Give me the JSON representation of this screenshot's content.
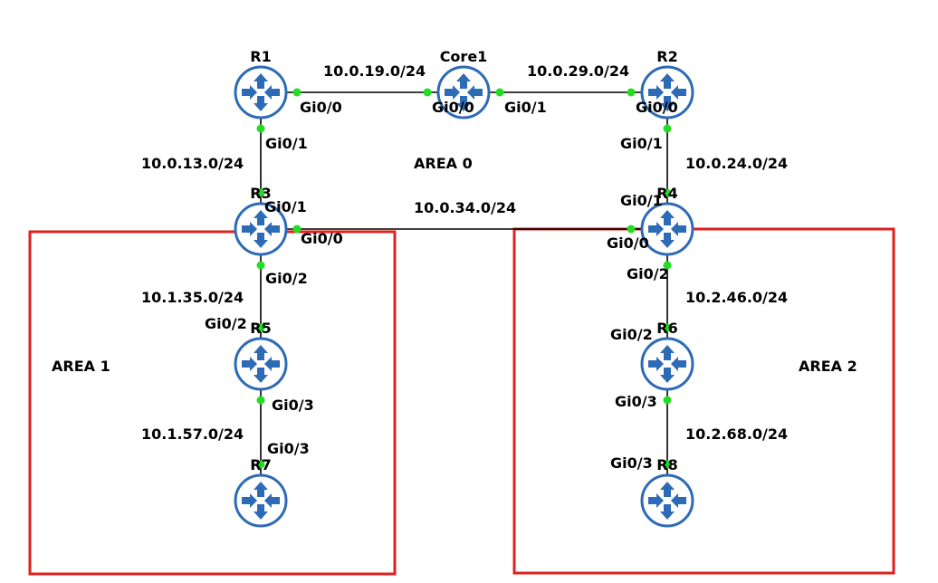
{
  "colors": {
    "router": "#2e6bb6",
    "port": "#22dd22",
    "area_border": "#e02020",
    "link": "#000000"
  },
  "areas": [
    {
      "id": "area0",
      "label": "AREA 0"
    },
    {
      "id": "area1",
      "label": "AREA 1"
    },
    {
      "id": "area2",
      "label": "AREA 2"
    }
  ],
  "routers": [
    {
      "id": "r1",
      "name": "R1",
      "icon": "router-icon"
    },
    {
      "id": "core1",
      "name": "Core1",
      "icon": "router-icon"
    },
    {
      "id": "r2",
      "name": "R2",
      "icon": "router-icon"
    },
    {
      "id": "r3",
      "name": "R3",
      "icon": "router-icon"
    },
    {
      "id": "r4",
      "name": "R4",
      "icon": "router-icon"
    },
    {
      "id": "r5",
      "name": "R5",
      "icon": "router-icon"
    },
    {
      "id": "r6",
      "name": "R6",
      "icon": "router-icon"
    },
    {
      "id": "r7",
      "name": "R7",
      "icon": "router-icon"
    },
    {
      "id": "r8",
      "name": "R8",
      "icon": "router-icon"
    }
  ],
  "subnets": [
    {
      "id": "r1-core1",
      "label": "10.0.19.0/24"
    },
    {
      "id": "core1-r2",
      "label": "10.0.29.0/24"
    },
    {
      "id": "r1-r3",
      "label": "10.0.13.0/24"
    },
    {
      "id": "r2-r4",
      "label": "10.0.24.0/24"
    },
    {
      "id": "r3-r4",
      "label": "10.0.34.0/24"
    },
    {
      "id": "r3-r5",
      "label": "10.1.35.0/24"
    },
    {
      "id": "r5-r7",
      "label": "10.1.57.0/24"
    },
    {
      "id": "r4-r6",
      "label": "10.2.46.0/24"
    },
    {
      "id": "r6-r8",
      "label": "10.2.68.0/24"
    }
  ],
  "interfaces": [
    {
      "id": "r1-gi00",
      "label": "Gi0/0"
    },
    {
      "id": "core1-gi00",
      "label": "Gi0/0"
    },
    {
      "id": "core1-gi01",
      "label": "Gi0/1"
    },
    {
      "id": "r2-gi00",
      "label": "Gi0/0"
    },
    {
      "id": "r1-gi01",
      "label": "Gi0/1"
    },
    {
      "id": "r2-gi01",
      "label": "Gi0/1"
    },
    {
      "id": "r3-gi01",
      "label": "Gi0/1"
    },
    {
      "id": "r4-gi01",
      "label": "Gi0/1"
    },
    {
      "id": "r3-gi00",
      "label": "Gi0/0"
    },
    {
      "id": "r4-gi00",
      "label": "Gi0/0"
    },
    {
      "id": "r3-gi02",
      "label": "Gi0/2"
    },
    {
      "id": "r4-gi02",
      "label": "Gi0/2"
    },
    {
      "id": "r5-gi02",
      "label": "Gi0/2"
    },
    {
      "id": "r6-gi02",
      "label": "Gi0/2"
    },
    {
      "id": "r5-gi03",
      "label": "Gi0/3"
    },
    {
      "id": "r6-gi03",
      "label": "Gi0/3"
    },
    {
      "id": "r7-gi03",
      "label": "Gi0/3"
    },
    {
      "id": "r8-gi03",
      "label": "Gi0/3"
    }
  ]
}
